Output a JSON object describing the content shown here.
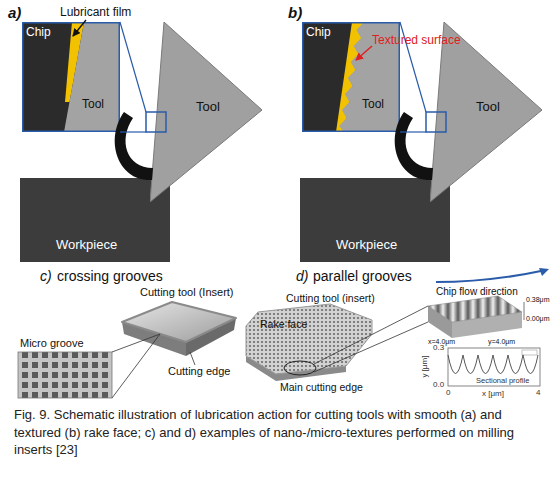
{
  "diagram": {
    "caption": "Fig. 9. Schematic illustration of lubrication action for cutting tools with smooth (a) and textured (b) rake face; c) and d) examples of nano-/micro-textures performed on milling inserts [23]",
    "nodes": [
      {
        "text": [
          "Chip",
          "Tool"
        ]
      },
      {
        "text": [
          "Tool"
        ]
      },
      {
        "text": [
          "Workpiece"
        ]
      },
      {
        "text": [
          "Chip",
          "Tool"
        ]
      },
      {
        "text": [
          "Tool"
        ]
      },
      {
        "text": [
          "Workpiece"
        ]
      }
    ],
    "labels": [
      "a)",
      "Lubricant film",
      "b)",
      "Textured surface",
      "c)",
      "crossing grooves",
      "Cutting tool (Insert)",
      "Micro groove",
      "Cutting edge",
      "d)",
      "parallel grooves",
      "Chip flow direction",
      "Cutting tool (insert)",
      "Rake face",
      "0.38μm",
      "0.00μm",
      "x=4.0μm",
      "y=4.0μm",
      "Main cutting edge",
      "0.3",
      "y [μm]",
      "0.0",
      "0",
      "x [μm]",
      "4",
      "Sectional profile"
    ]
  }
}
